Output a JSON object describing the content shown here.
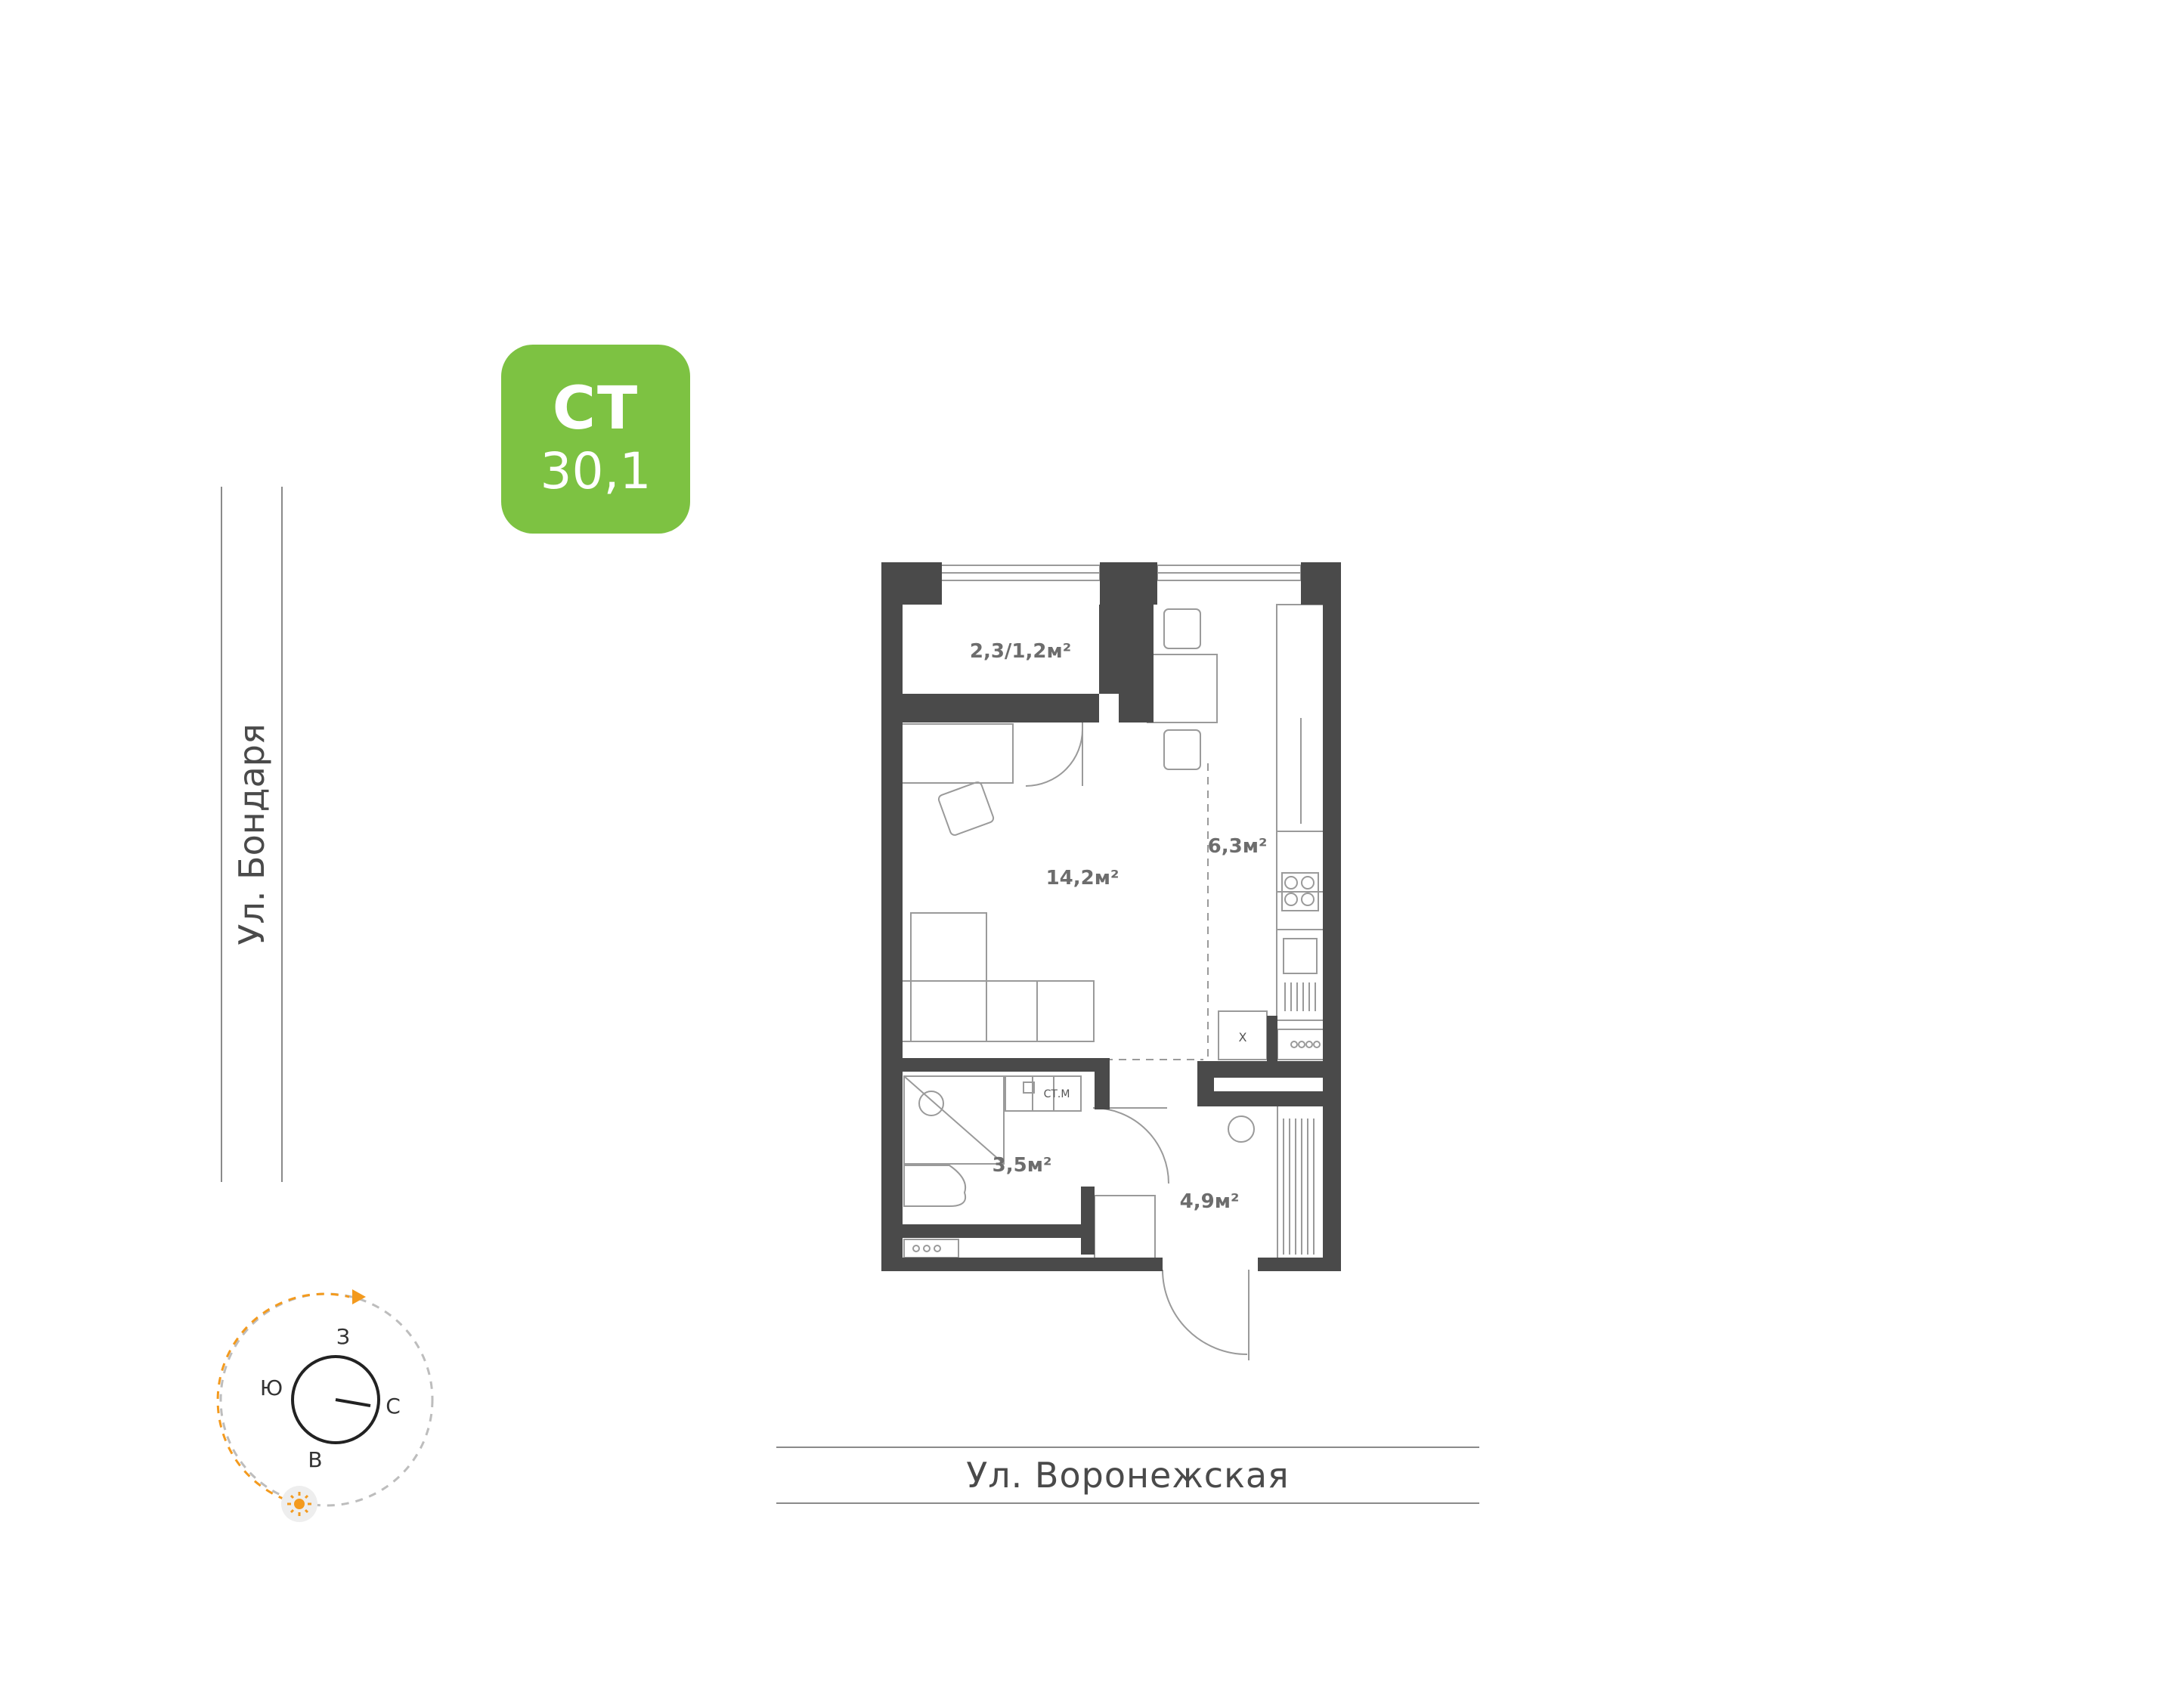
{
  "apartment": {
    "type": "СТ",
    "area": "30,1"
  },
  "streets": {
    "west": "Ул. Бондаря",
    "south": "Ул. Воронежская"
  },
  "rooms": {
    "balcony": "2,3/1,2м²",
    "living": "14,2м²",
    "kitchen": "6,3м²",
    "bathroom": "3,5м²",
    "hallway": "4,9м²",
    "washer": "СТ.М",
    "fridge": "Х"
  },
  "compass": {
    "north": "С",
    "south": "Ю",
    "west": "З",
    "east": "В"
  },
  "colors": {
    "badge": "#7dc242",
    "wall": "#4a4a4a",
    "sun_path": "#f39a1e"
  }
}
